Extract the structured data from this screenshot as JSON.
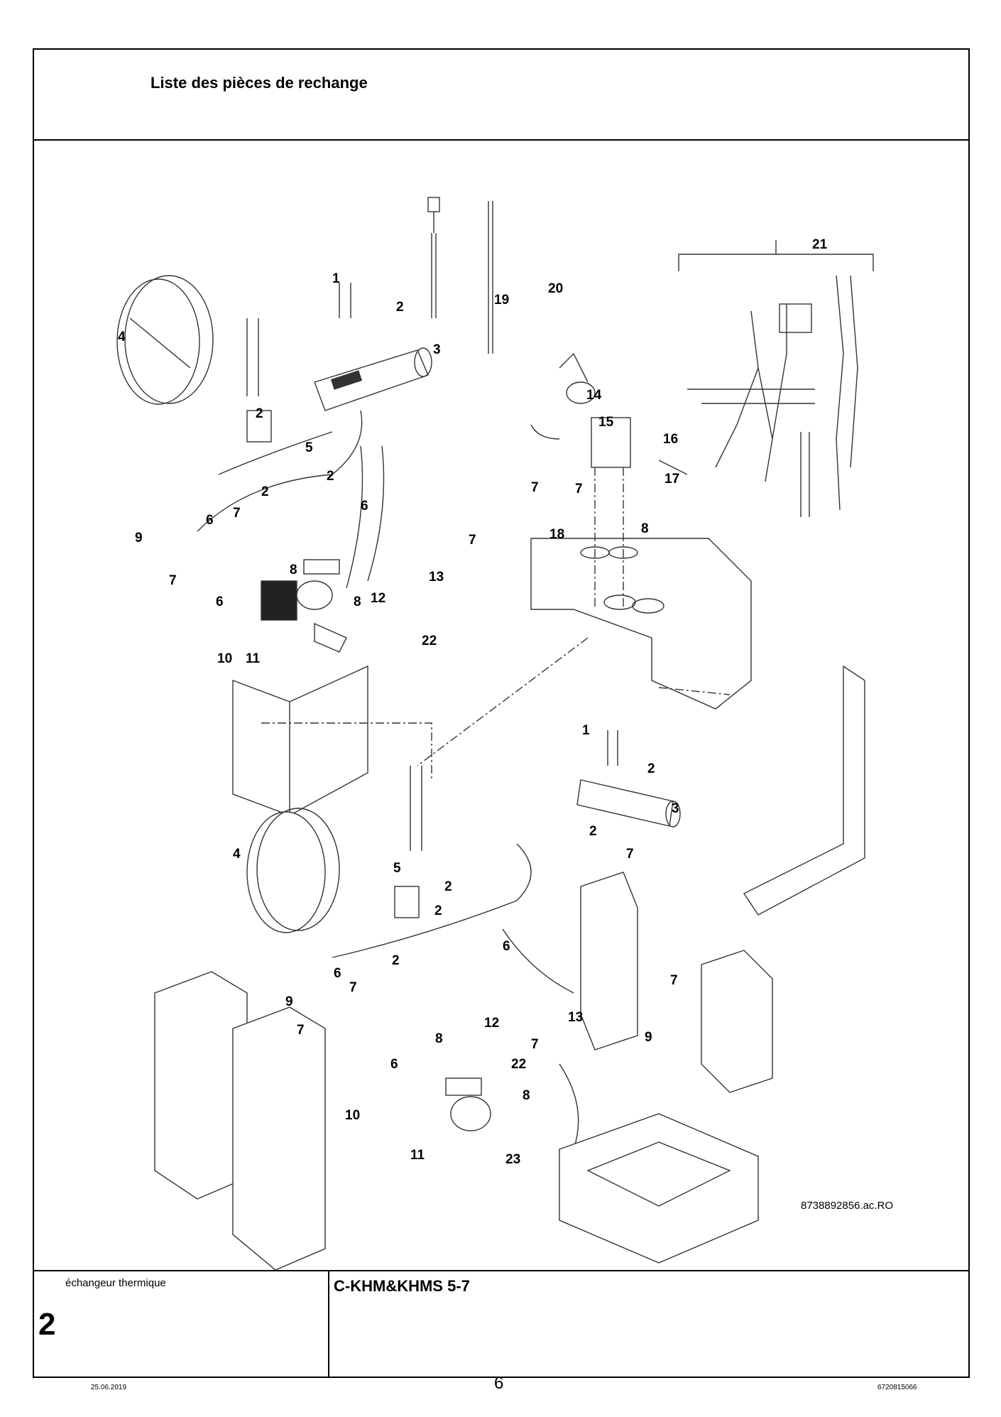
{
  "header": {
    "title": "Liste des pièces de rechange"
  },
  "drawing": {
    "reference": "8738892856.ac.RO",
    "callouts_top": [
      "1",
      "2",
      "3",
      "4",
      "2",
      "5",
      "2",
      "2",
      "6",
      "7",
      "9",
      "6",
      "7",
      "8",
      "7",
      "6",
      "8",
      "10",
      "11",
      "12",
      "13",
      "22",
      "19",
      "20",
      "21",
      "14",
      "15",
      "16",
      "7",
      "7",
      "17",
      "18",
      "8"
    ],
    "callouts_bottom": [
      "1",
      "2",
      "3",
      "2",
      "7",
      "4",
      "5",
      "2",
      "2",
      "2",
      "6",
      "6",
      "7",
      "9",
      "7",
      "7",
      "8",
      "6",
      "10",
      "11",
      "23",
      "8",
      "12",
      "13",
      "22",
      "7",
      "9"
    ]
  },
  "footer": {
    "section_label": "échangeur thermique",
    "section_number": "2",
    "model": "C-KHM&KHMS 5-7"
  },
  "page": {
    "date": "25.06.2019",
    "number": "6",
    "doc_number": "6720815066"
  }
}
